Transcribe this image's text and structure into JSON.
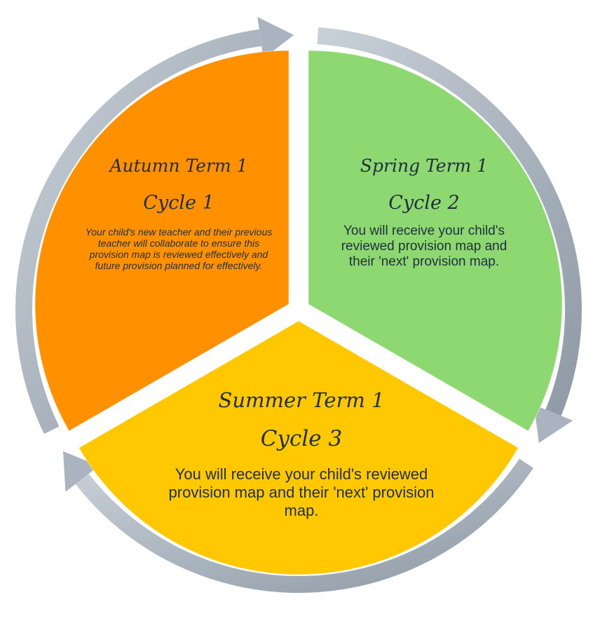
{
  "segments": [
    {
      "term": "Autumn Term 1",
      "cycle": "Cycle 1",
      "text": "Your child's new teacher and their previous teacher will collaborate to ensure this provision map is reviewed effectively and future provision planned for effectively.",
      "color": "#ff9100"
    },
    {
      "term": "Spring Term 1",
      "cycle": "Cycle 2",
      "text": "You will receive your child's reviewed provision map and their 'next' provision map.",
      "color": "#8ed872"
    },
    {
      "term": "Summer Term 1",
      "cycle": "Cycle 3",
      "text": "You will receive your child's reviewed provision map and their 'next' provision map.",
      "color": "#ffc800"
    }
  ],
  "arrow_color": "#a9b4c0"
}
